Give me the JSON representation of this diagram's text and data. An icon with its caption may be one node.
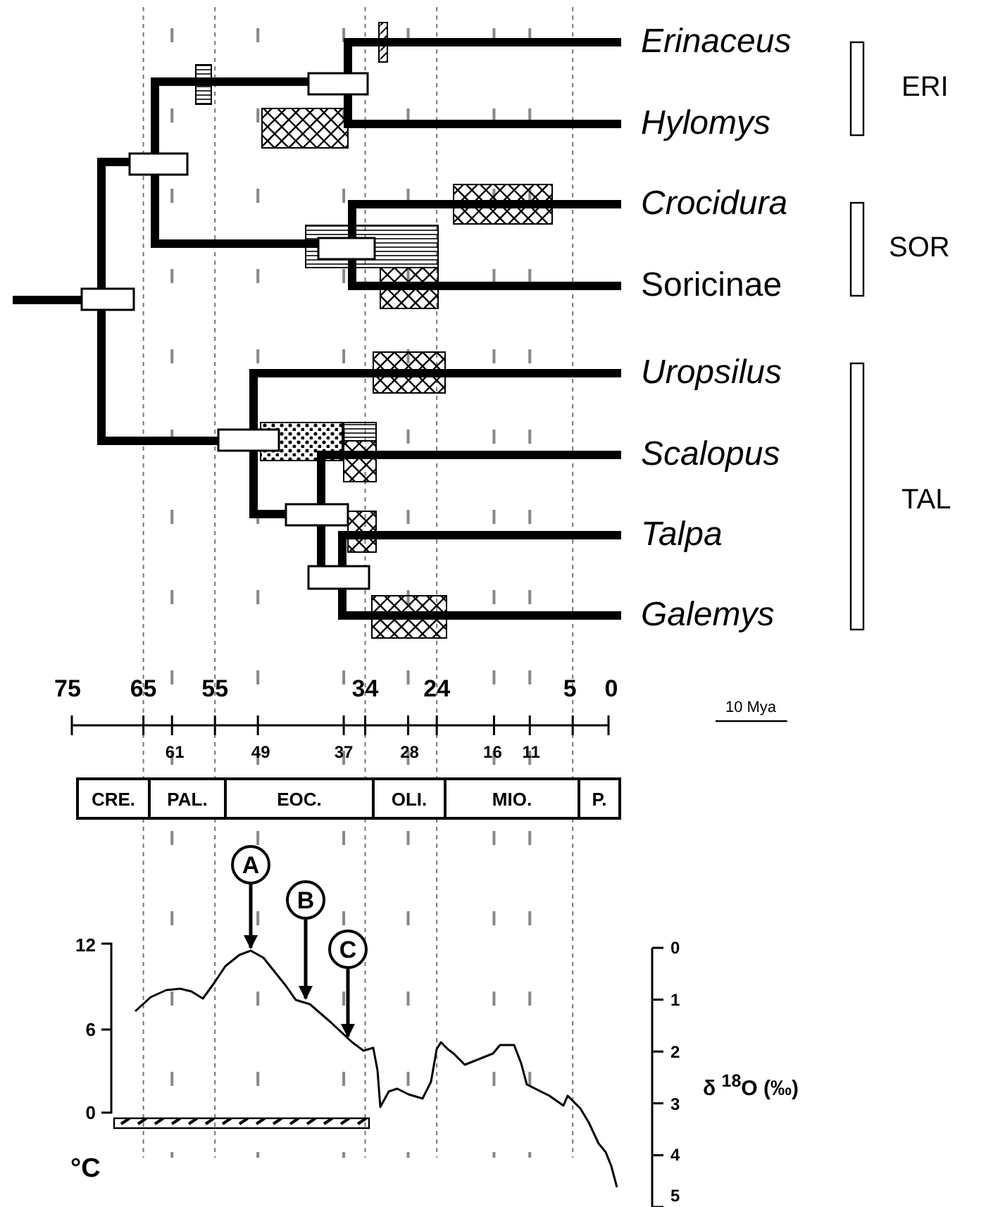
{
  "diagram": {
    "nodes": [
      {
        "text": [
          "A"
        ]
      },
      {
        "text": [
          "B"
        ]
      },
      {
        "text": [
          "C"
        ]
      },
      {
        "text": [],
        "shape": "curve"
      }
    ],
    "edges": [
      {
        "from": 0,
        "to": 3,
        "arrow": "to"
      },
      {
        "from": 1,
        "to": 3,
        "arrow": "to"
      },
      {
        "from": 2,
        "to": 3,
        "arrow": "to"
      }
    ],
    "labels": [
      "Erinaceus",
      "ERI",
      "Hylomys",
      "Crocidura",
      "SOR",
      "Soricinae",
      "Uropsilus",
      "Scalopus",
      "TAL",
      "Talpa",
      "Galemys",
      "75",
      "65",
      "55",
      "34",
      "24",
      "5",
      "0",
      "10 Mya",
      "61",
      "49",
      "37",
      "28",
      "16",
      "11",
      "CRE.",
      "PAL.",
      "EOC.",
      "OLI.",
      "MIO.",
      "P.",
      "12",
      "0",
      "1",
      "6",
      "2",
      "δ $^{18}$O (‰)",
      "3",
      "0",
      "4",
      "°C",
      "5"
    ]
  }
}
